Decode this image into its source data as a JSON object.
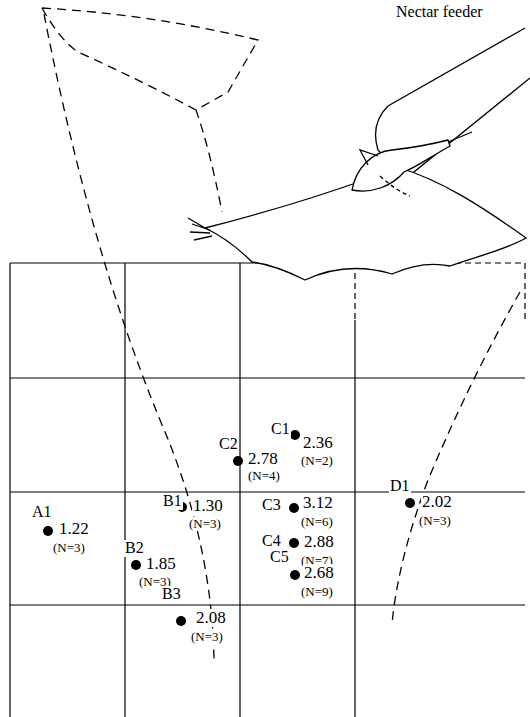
{
  "diagram": {
    "labels": [
      "Nectar feeder",
      "C1",
      "2.36",
      "(N=2)",
      "C2",
      "2.78",
      "(N=4)",
      "B1",
      "1.30",
      "(N=3)",
      "C3",
      "3.12",
      "(N=6)",
      "D1",
      "2.02",
      "(N=3)",
      "A1",
      "1.22",
      "(N=3)",
      "C4",
      "2.88",
      "(N=7)",
      "B2",
      "1.85",
      "(N=3)",
      "C5",
      "2.68",
      "(N=9)",
      "B3",
      "2.08",
      "(N=3)"
    ]
  }
}
